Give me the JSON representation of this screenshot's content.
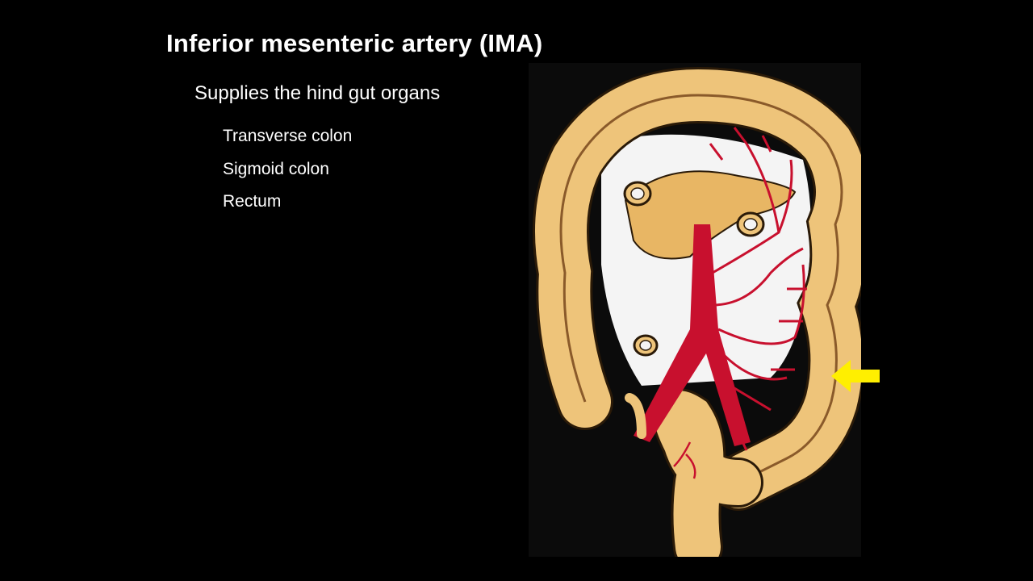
{
  "slide": {
    "title": "Inferior mesenteric artery (IMA)",
    "subtitle": "Supplies the hind gut organs",
    "organs": [
      "Transverse colon",
      "Sigmoid colon",
      "Rectum"
    ]
  },
  "colors": {
    "background": "#000000",
    "text": "#ffffff",
    "colon": "#eec47a",
    "colon_outline": "#2a1a08",
    "artery": "#c8102e",
    "pancreas": "#e8b664",
    "arrow": "#ffef00"
  },
  "icons": {
    "pointer": "arrow-left-icon"
  }
}
